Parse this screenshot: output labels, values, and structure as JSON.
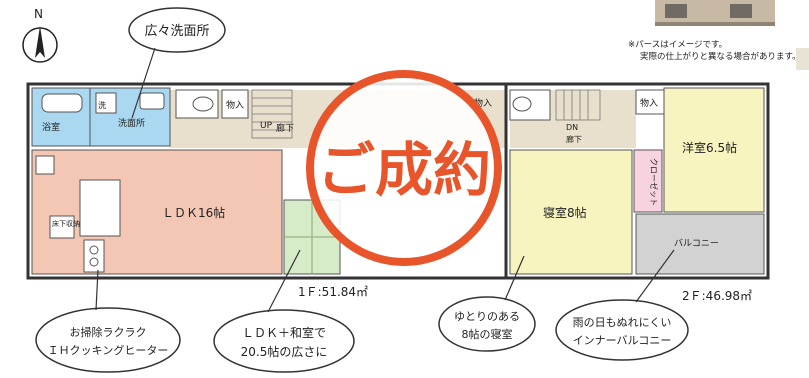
{
  "compass": {
    "label": "N"
  },
  "note": {
    "line1": "※パースはイメージです。",
    "line2": "実際の仕上がりと異なる場合があります。"
  },
  "stamp": {
    "text": "ご成約",
    "color": "#e8552a"
  },
  "floor1": {
    "area": "1Ｆ:51.84㎡",
    "rooms": {
      "bath": "浴室",
      "washroom": "洗面所",
      "wash_machine": "洗",
      "ldk": "ＬＤＫ16帖",
      "storage": "床下収納",
      "closet": "物入",
      "up": "UP",
      "hall": "廊下"
    }
  },
  "floor2": {
    "area": "2Ｆ:46.98㎡",
    "rooms": {
      "bedroom": "寝室8帖",
      "western": "洋室6.5帖",
      "closet": "クローゼット",
      "balcony": "バルコニー",
      "closet2": "物入",
      "closet3": "物入",
      "down": "DN",
      "hall": "廊下"
    }
  },
  "callouts": {
    "washroom": "広々洗面所",
    "kitchen_line1": "お掃除ラクラク",
    "kitchen_line2": "ＩＨクッキングヒーター",
    "ldk_line1": "ＬＤＫ＋和室で",
    "ldk_line2": "20.5帖の広さに",
    "bedroom_line1": "ゆとりのある",
    "bedroom_line2": "8帖の寝室",
    "balcony_line1": "雨の日もぬれにくい",
    "balcony_line2": "インナーバルコニー"
  },
  "colors": {
    "ldk": "#f4c7b4",
    "bath": "#a9d8f0",
    "hall": "#e8e0cc",
    "bedroom": "#f8f4c0",
    "western": "#f8f4c0",
    "closet": "#f7d3e0",
    "balcony": "#d2d2d2",
    "tatami": "#d6ecc8"
  }
}
